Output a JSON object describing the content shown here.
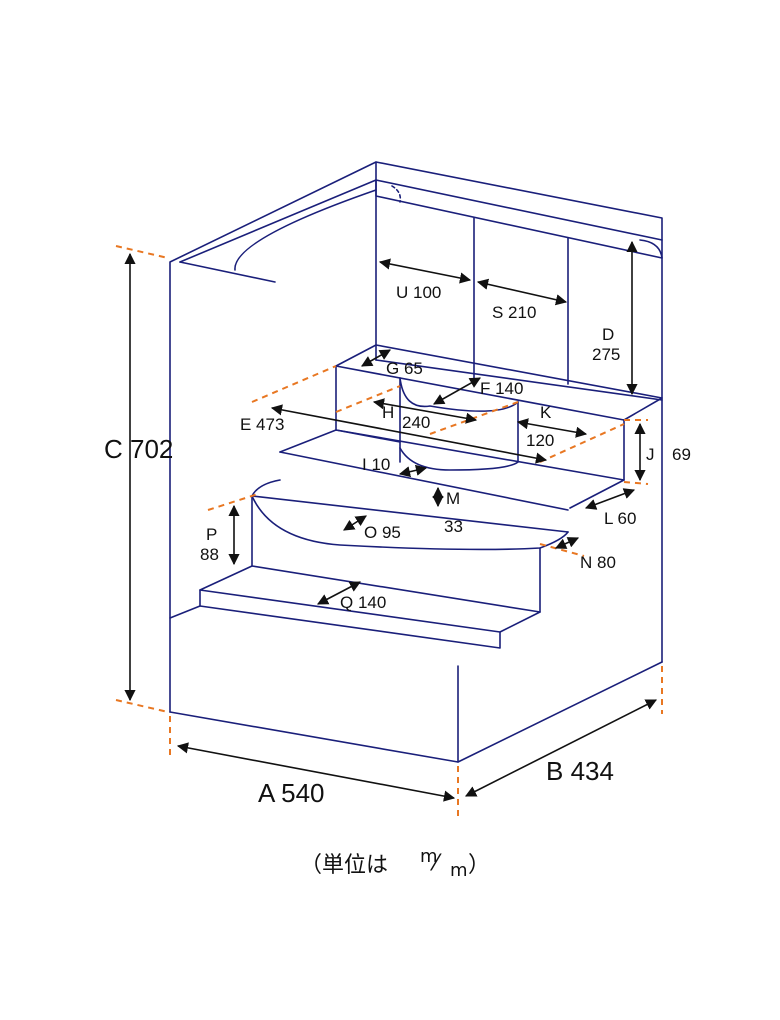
{
  "colors": {
    "outline": "#1a1f7a",
    "guide": "#e87722",
    "dimension": "#111111"
  },
  "dimensions": {
    "A": "A 540",
    "B": "B 434",
    "C": "C 702",
    "D_letter": "D",
    "D_value": "275",
    "E": "E 473",
    "F": "F 140",
    "G": "G 65",
    "H_letter": "H",
    "H_value": "240",
    "I": "I 10",
    "J_letter": "J",
    "J_value": "69",
    "K_letter": "K",
    "K_value": "120",
    "L": "L 60",
    "M_letter": "M",
    "M_value": "33",
    "N": "N 80",
    "O": "O 95",
    "P_letter": "P",
    "P_value": "88",
    "Q": "Q 140",
    "S": "S 210",
    "U": "U 100"
  },
  "unit_note": {
    "prefix": "（単位は ",
    "num": "m",
    "slash": "⁄",
    "den": "m",
    "suffix": "）"
  }
}
